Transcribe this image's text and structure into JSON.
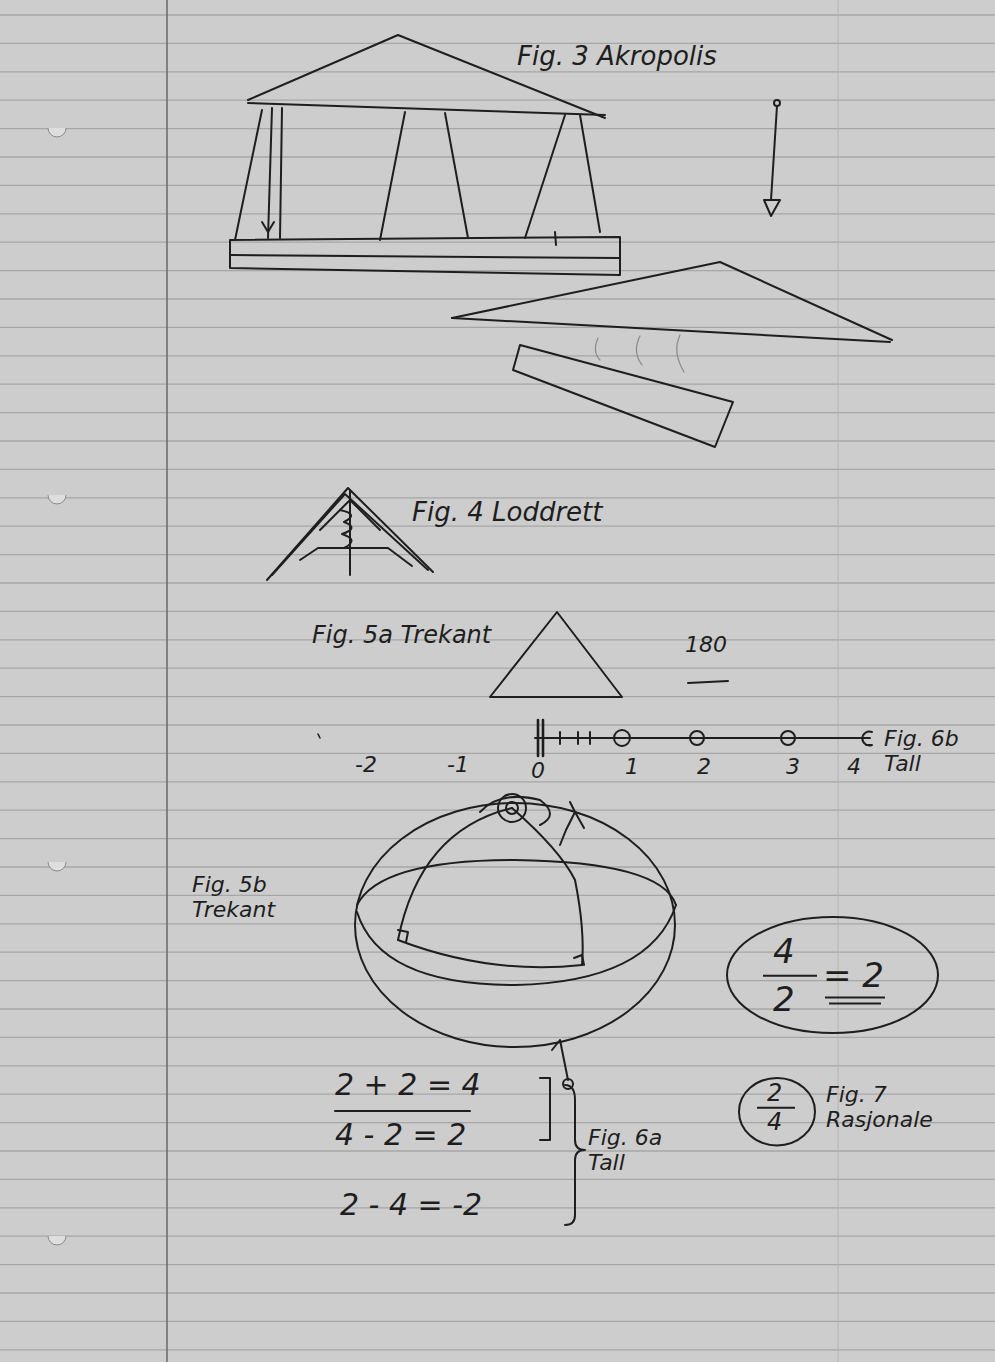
{
  "diagram": {
    "nodes": [
      {
        "text": [
          "4",
          "2",
          "= 2"
        ]
      },
      {
        "text": [
          "2",
          "4"
        ]
      }
    ],
    "labels": [
      "Fig. 3 Akropolis",
      "Fig. 4 Loddrett",
      "Fig. 5a Trekant",
      "180",
      "-2",
      "-1",
      "0",
      "1",
      "2",
      "3",
      "4",
      "Fig. 6b Tall",
      "Fig. 5b Trekant",
      "2 + 2 = 4",
      "4 - 2 = 2",
      "2 - 4 = -2",
      "Fig. 6a Tall",
      "Fig. 7 Rasjonale"
    ]
  }
}
